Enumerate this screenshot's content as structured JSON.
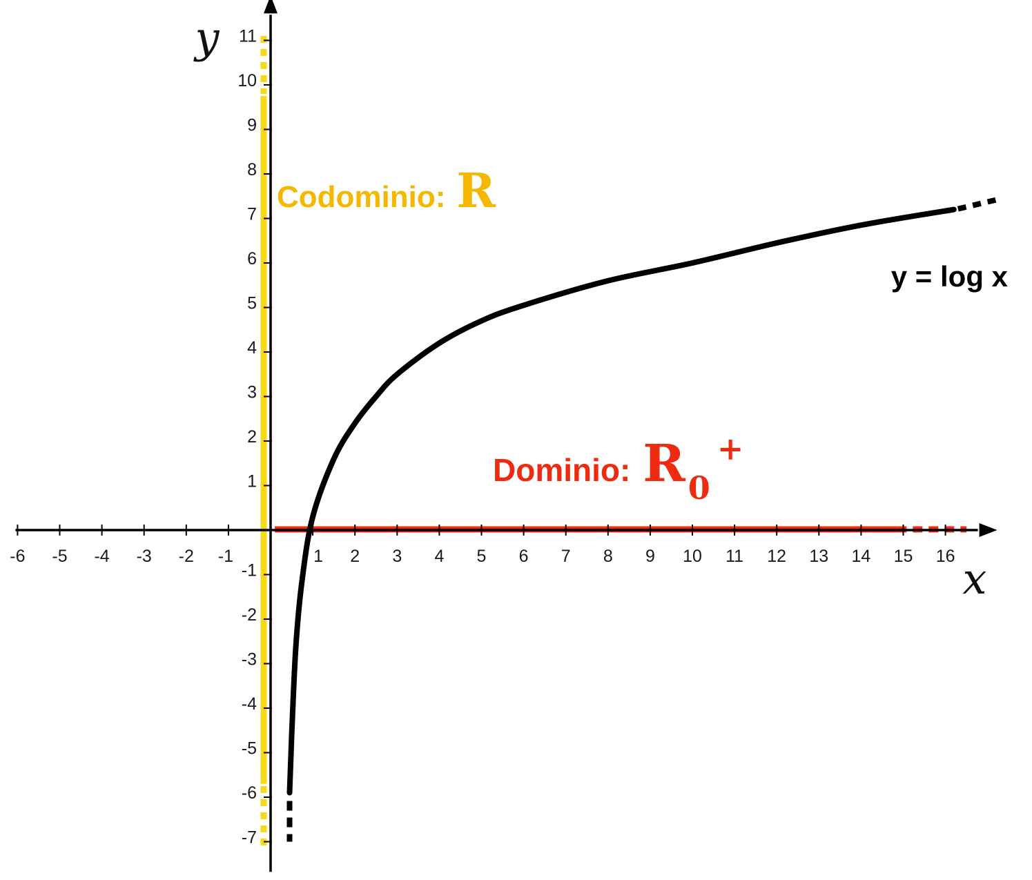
{
  "chart_data": {
    "type": "line",
    "function_label": "y = log x",
    "x_axis_name": "x",
    "y_axis_name": "y",
    "x_ticks": [
      -6,
      -5,
      -4,
      -3,
      -2,
      -1,
      1,
      2,
      3,
      4,
      5,
      6,
      7,
      8,
      9,
      10,
      11,
      12,
      13,
      14,
      15,
      16
    ],
    "y_ticks": [
      -7,
      -6,
      -5,
      -4,
      -3,
      -2,
      -1,
      1,
      2,
      3,
      4,
      5,
      6,
      7,
      8,
      9,
      10,
      11
    ],
    "xlim": [
      -6.05,
      16.9
    ],
    "ylim": [
      -7.4,
      11.7
    ],
    "curve": {
      "x": [
        0.45,
        0.5,
        0.6,
        0.75,
        1.0,
        1.5,
        2.0,
        2.5,
        3.0,
        4.0,
        5.0,
        6.0,
        8.0,
        10.0,
        12.0,
        14.0,
        16.2
      ],
      "y": [
        -5.9,
        -4.6,
        -2.6,
        -1.1,
        0.3,
        1.6,
        2.4,
        3.0,
        3.5,
        4.2,
        4.7,
        5.05,
        5.6,
        6.0,
        6.45,
        6.85,
        7.2
      ],
      "continuation_end": [
        17.35,
        7.45
      ],
      "lower_continuation_end": [
        0.45,
        -7.0
      ]
    },
    "codomain": {
      "label": "Codominio:",
      "symbol": "R",
      "color": "#f5b800",
      "stripe_color": "#f7d917"
    },
    "domain": {
      "label": "Dominio:",
      "symbol": "R",
      "subscript": "0",
      "superscript": "+",
      "color": "#ee2a10",
      "from": 0.1,
      "to": 14.85,
      "dashed_to": 16.5
    },
    "colors": {
      "axes": "#000000",
      "curve": "#000000"
    }
  }
}
